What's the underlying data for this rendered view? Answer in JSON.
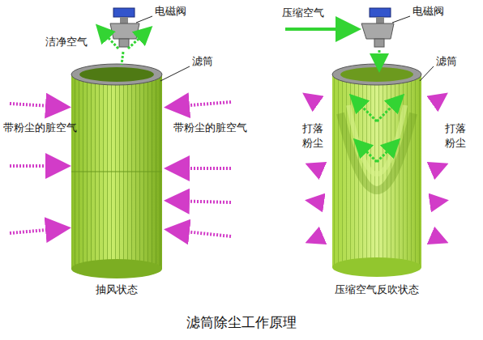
{
  "diagram": {
    "caption": "滤筒除尘工作原理",
    "labels": [
      "电磁阀",
      "洁净空气",
      "滤筒",
      "带粉尘的脏空气",
      "带粉尘的脏空气",
      "抽风状态",
      "压缩空气",
      "电磁阀",
      "滤筒",
      "打落 粉尘",
      "打落 粉尘",
      "压缩空气反吹状态"
    ]
  }
}
